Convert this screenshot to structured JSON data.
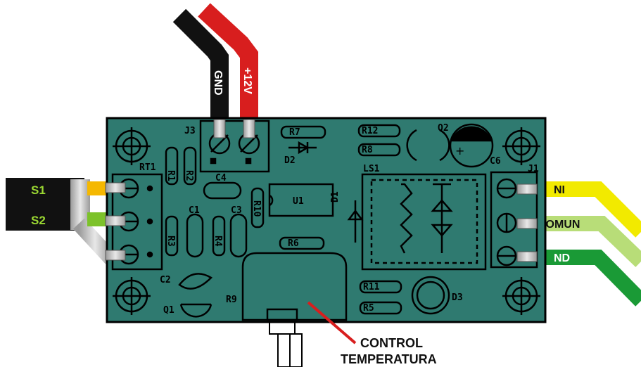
{
  "wires": {
    "gnd": "GND",
    "v12": "+12V",
    "s1": "S1",
    "s2": "S2",
    "ni": "NI",
    "comun": "COMUN",
    "nd": "ND"
  },
  "control": {
    "line1": "CONTROL",
    "line2": "TEMPERATURA"
  },
  "components": {
    "rt1": "RT1",
    "r1": "R1",
    "r2": "R2",
    "r3": "R3",
    "r4": "R4",
    "r5": "R5",
    "r6": "R6",
    "r7": "R7",
    "r8": "R8",
    "r9": "R9",
    "r10": "R10",
    "r11": "R11",
    "r12": "R12",
    "c1": "C1",
    "c2": "C2",
    "c3": "C3",
    "c4": "C4",
    "c6": "C6",
    "j1": "J1",
    "j3": "J3",
    "d1": "D1",
    "d2": "D2",
    "d3": "D3",
    "q1": "Q1",
    "q2": "Q2",
    "u1": "U1",
    "ls1": "LS1"
  },
  "colors": {
    "board": "#2f7a70",
    "gnd_wire": "#111111",
    "v12_wire": "#d81e1e",
    "ni_wire": "#f2ea00",
    "comun_wire": "#b8dd78",
    "nd_wire": "#1a9a36",
    "s1_lead": "#f5b800",
    "s2_lead": "#7cc22a",
    "sensor_label": "#9bd832"
  }
}
